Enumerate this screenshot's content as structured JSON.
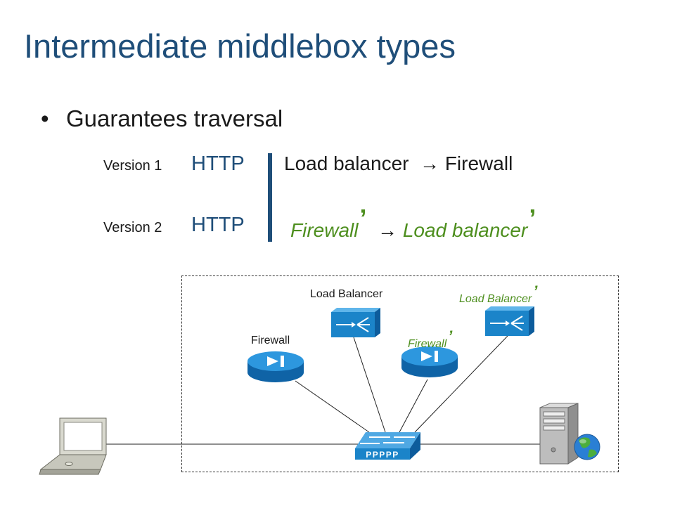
{
  "title": "Intermediate middlebox types",
  "bullet": "Guarantees traversal",
  "versions": [
    {
      "label": "Version 1",
      "protocol": "HTTP",
      "first": "Load balancer",
      "arrow": "→",
      "second": "Firewall",
      "primed": false
    },
    {
      "label": "Version 2",
      "protocol": "HTTP",
      "first": "Firewall",
      "arrow": "→",
      "second": "Load balancer",
      "primed": true
    }
  ],
  "prime_mark": "’",
  "diagram": {
    "firewall_label": "Firewall",
    "load_balancer_label": "Load Balancer",
    "firewall_prime_label": "Firewall",
    "load_balancer_prime_label": "Load Balancer",
    "switch_label": "PPPPP",
    "colors": {
      "device_blue": "#1b84c9",
      "accent_blue": "#1f4e79",
      "prime_green": "#4e8f1f"
    }
  }
}
